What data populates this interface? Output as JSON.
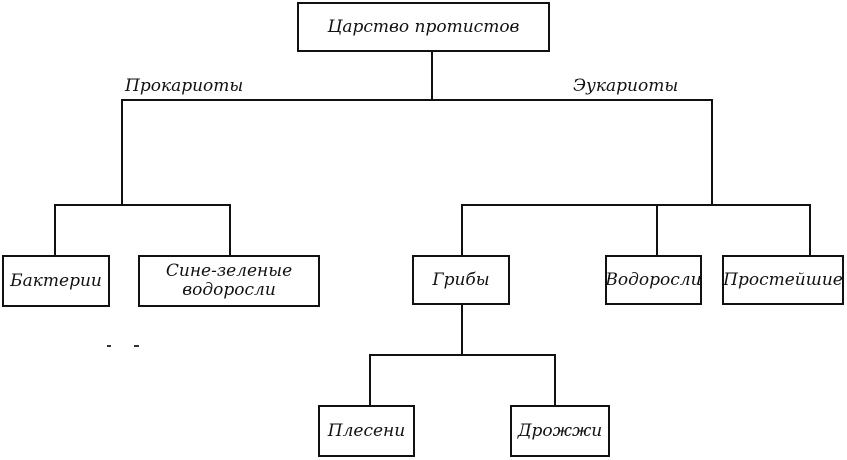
{
  "diagram": {
    "root": "Царство протистов",
    "branches": {
      "prokaryotes_label": "Прокариоты",
      "eukaryotes_label": "Эукариоты"
    },
    "nodes": {
      "bacteria": "Бактерии",
      "cyanobacteria": "Сине-зеленые водоросли",
      "fungi": "Грибы",
      "algae": "Водоросли",
      "protozoa": "Простейшие",
      "molds": "Плесени",
      "yeasts": "Дрожжи"
    }
  }
}
